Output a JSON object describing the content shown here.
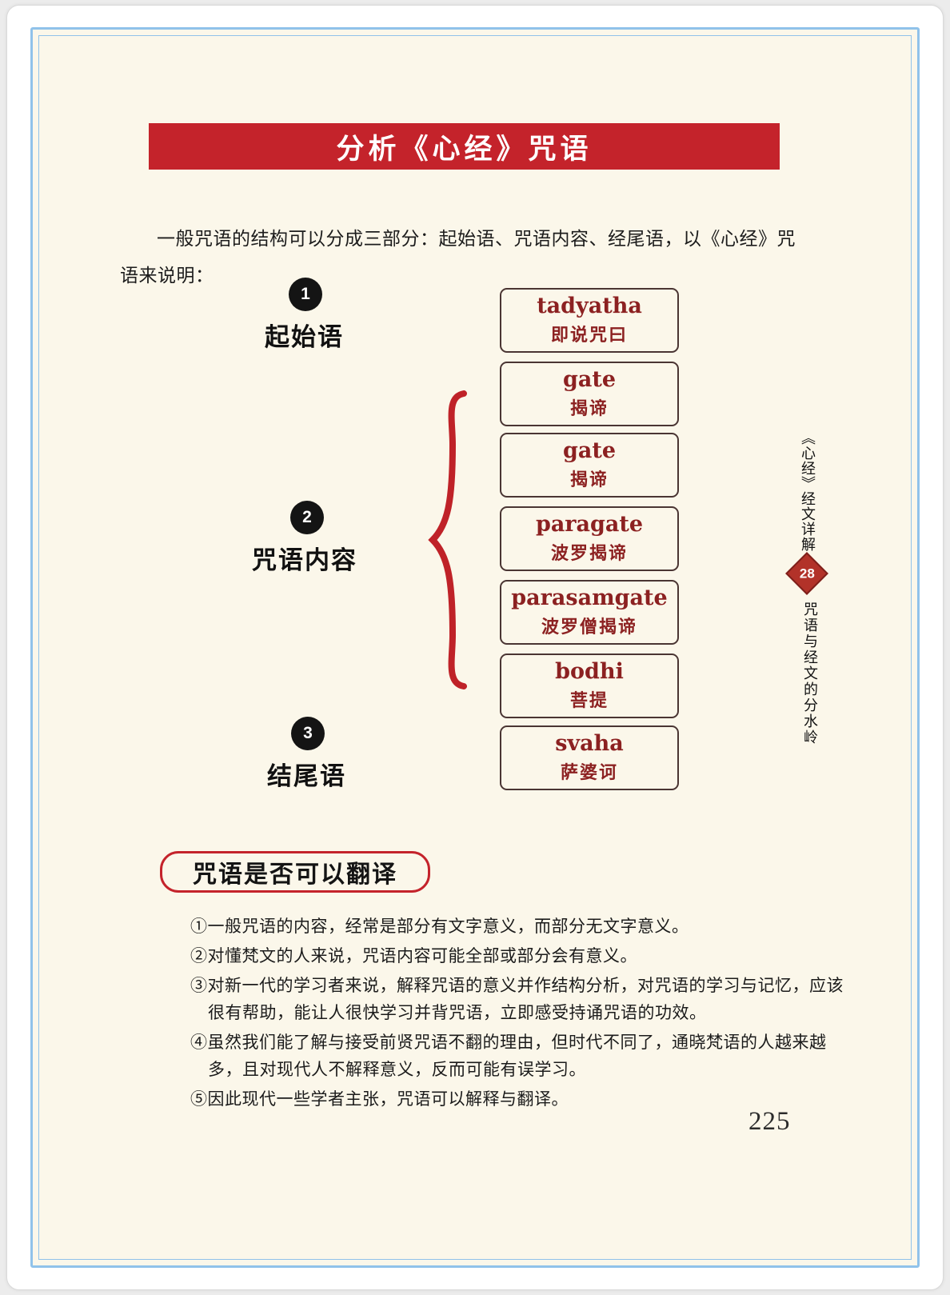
{
  "banner": {
    "title": "分析《心经》咒语"
  },
  "intro": {
    "text": "一般咒语的结构可以分成三部分：起始语、咒语内容、经尾语，以《心经》咒语来说明："
  },
  "diagram": {
    "sections": [
      {
        "num": "1",
        "label": "起始语"
      },
      {
        "num": "2",
        "label": "咒语内容"
      },
      {
        "num": "3",
        "label": "结尾语"
      }
    ],
    "boxes": [
      {
        "latin": "tadyatha",
        "chinese": "即说咒曰"
      },
      {
        "latin": "gate",
        "chinese": "揭谛"
      },
      {
        "latin": "gate",
        "chinese": "揭谛"
      },
      {
        "latin": "paragate",
        "chinese": "波罗揭谛"
      },
      {
        "latin": "parasamgate",
        "chinese": "波罗僧揭谛"
      },
      {
        "latin": "bodhi",
        "chinese": "菩提"
      },
      {
        "latin": "svaha",
        "chinese": "萨婆诃"
      }
    ]
  },
  "sidebar": {
    "series_title": "《心经》经文详解",
    "chapter_number": "28",
    "chapter_title": "咒语与经文的分水岭"
  },
  "section": {
    "heading": "咒语是否可以翻译",
    "items": [
      "①一般咒语的内容，经常是部分有文字意义，而部分无文字意义。",
      "②对懂梵文的人来说，咒语内容可能全部或部分会有意义。",
      "③对新一代的学习者来说，解释咒语的意义并作结构分析，对咒语的学习与记忆，应该很有帮助，能让人很快学习并背咒语，立即感受持诵咒语的功效。",
      "④虽然我们能了解与接受前贤咒语不翻的理由，但时代不同了，通晓梵语的人越来越多，且对现代人不解释意义，反而可能有误学习。",
      "⑤因此现代一些学者主张，咒语可以解释与翻译。"
    ]
  },
  "page": {
    "number": "225"
  },
  "colors": {
    "accent_red": "#c4232b",
    "mantra_text": "#8c2121",
    "frame_blue": "#90c2ea",
    "page_cream": "#fbf7ea"
  }
}
